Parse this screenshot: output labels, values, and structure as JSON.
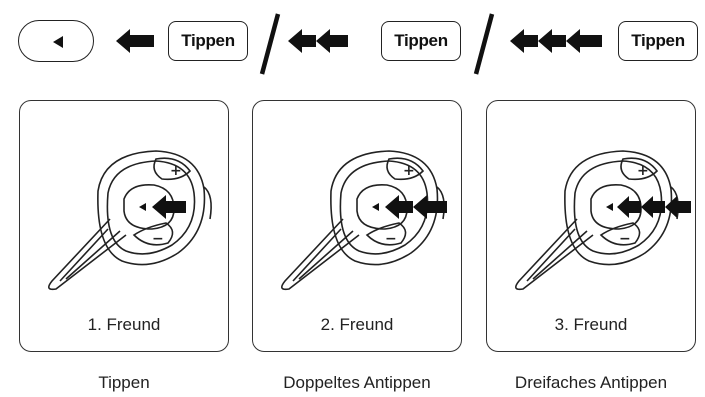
{
  "legend": {
    "button_label": "Tippen",
    "pill_icon": "left-triangle-icon",
    "arrow_icon": "left-arrow-icon"
  },
  "panels": [
    {
      "friend": "1. Freund",
      "caption": "Tippen",
      "arrow_count": 1
    },
    {
      "friend": "2. Freund",
      "caption": "Doppeltes Antippen",
      "arrow_count": 2
    },
    {
      "friend": "3. Freund",
      "caption": "Dreifaches Antippen",
      "arrow_count": 3
    }
  ],
  "colors": {
    "ink": "#111111",
    "line": "#222222",
    "background": "#ffffff"
  }
}
